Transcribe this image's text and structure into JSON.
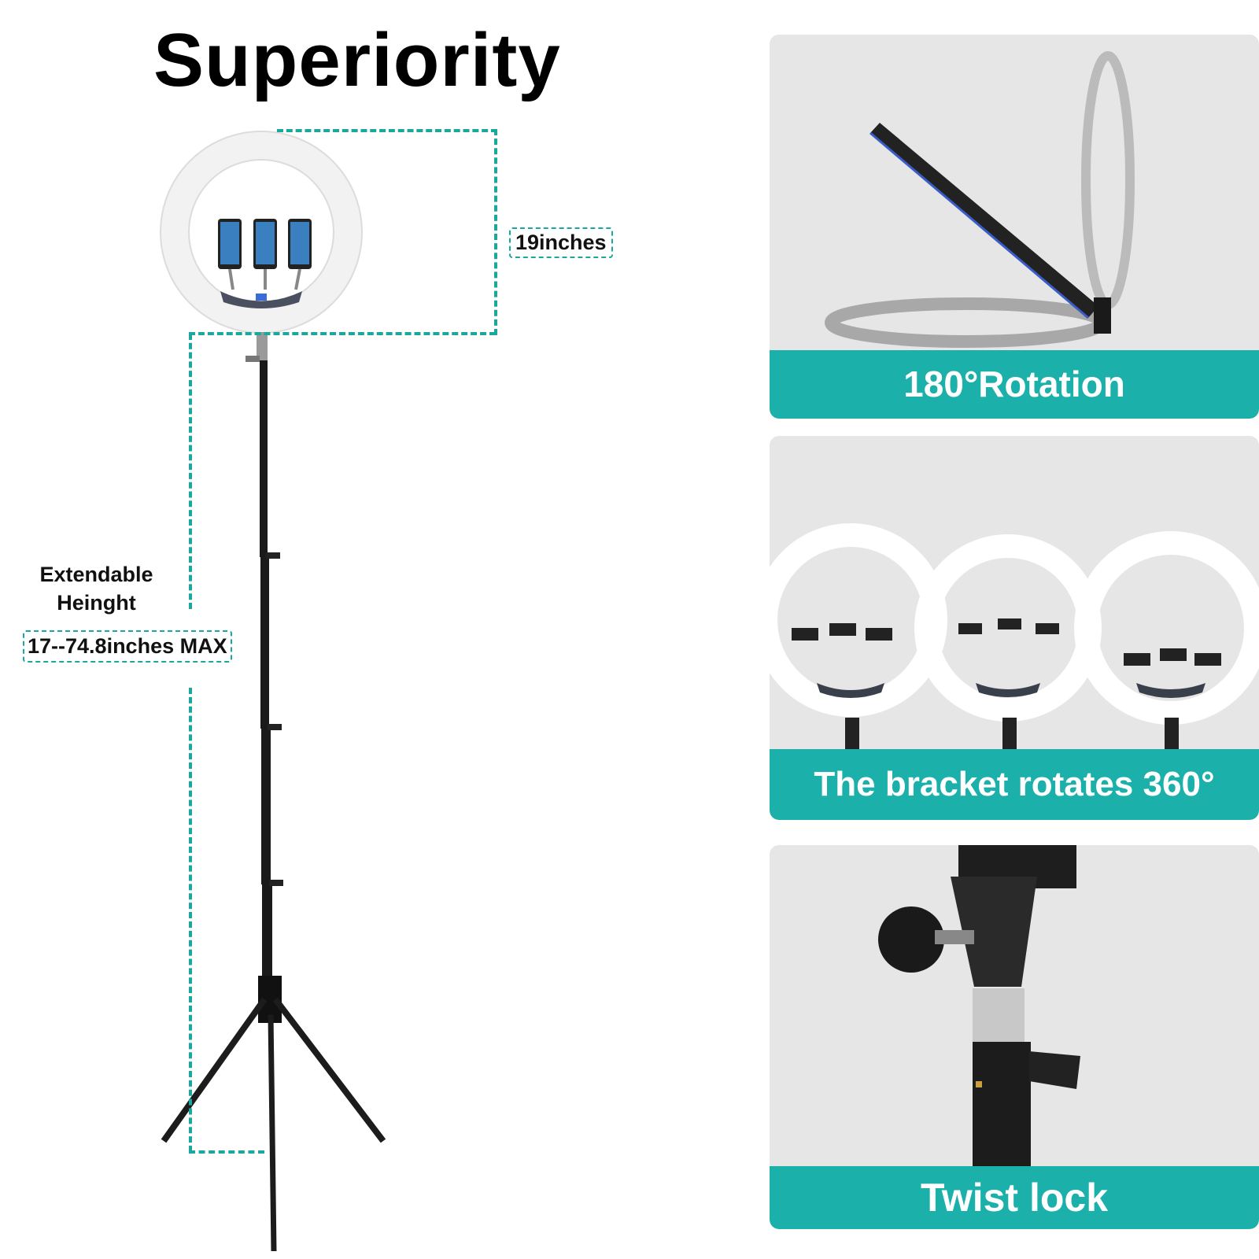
{
  "title": "Superiority",
  "ring_size_label": "19inches",
  "height_label": {
    "line1": "Extendable",
    "line2": "Heinght",
    "range": "17--74.8inches  MAX"
  },
  "panels": [
    {
      "caption": "180°Rotation"
    },
    {
      "caption": "The bracket rotates 360°"
    },
    {
      "caption": "Twist lock"
    }
  ],
  "colors": {
    "accent": "#1bb1aa",
    "dash": "#1aa89e",
    "panel_bg": "#e6e6e6"
  }
}
